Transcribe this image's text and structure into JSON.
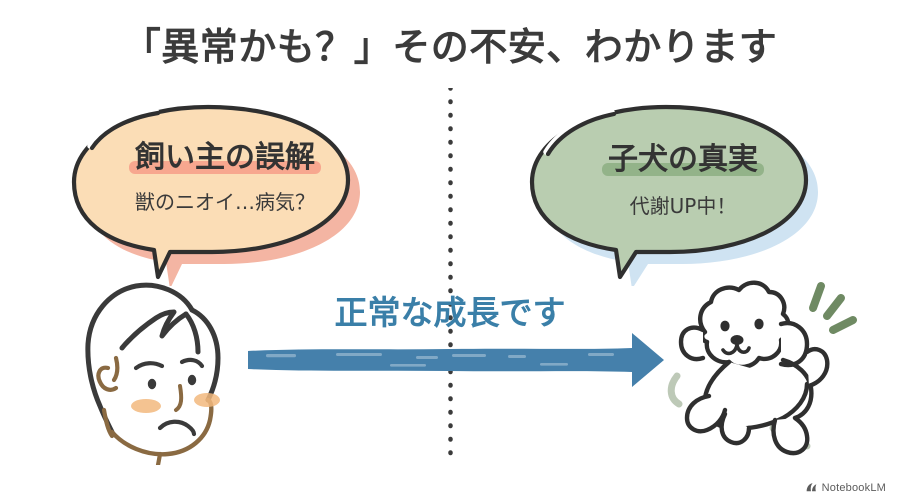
{
  "page": {
    "title": "「異常かも？」その不安、わかります"
  },
  "colors": {
    "title_text": "#3b3b3b",
    "left_bubble_fill": "#fbddb6",
    "left_bubble_shadow": "#f4b5a3",
    "left_highlight": "#f7a78f",
    "right_bubble_fill": "#b9cdb0",
    "right_bubble_shadow": "#cfe3f2",
    "right_highlight": "#93b389",
    "outline": "#2f2f2f",
    "arrow_blue": "#4580ab",
    "accent_blue": "#3a7fa8",
    "blush_orange": "#f2b87e",
    "motion_green": "#6f8a63"
  },
  "left_bubble": {
    "name": "owner-misunderstanding",
    "heading": "飼い主の誤解",
    "subtext": "獣のニオイ…病気？"
  },
  "right_bubble": {
    "name": "puppy-truth",
    "heading": "子犬の真実",
    "subtext": "代謝UP中！"
  },
  "center": {
    "message": "正常な成長です",
    "arrow_direction": "right"
  },
  "illustrations": {
    "left": "worried-person-face",
    "right": "happy-jumping-poodle-puppy",
    "divider": "vertical-dotted-line"
  },
  "watermark": {
    "icon": "notebooklm-logo-icon",
    "label": "NotebookLM"
  }
}
